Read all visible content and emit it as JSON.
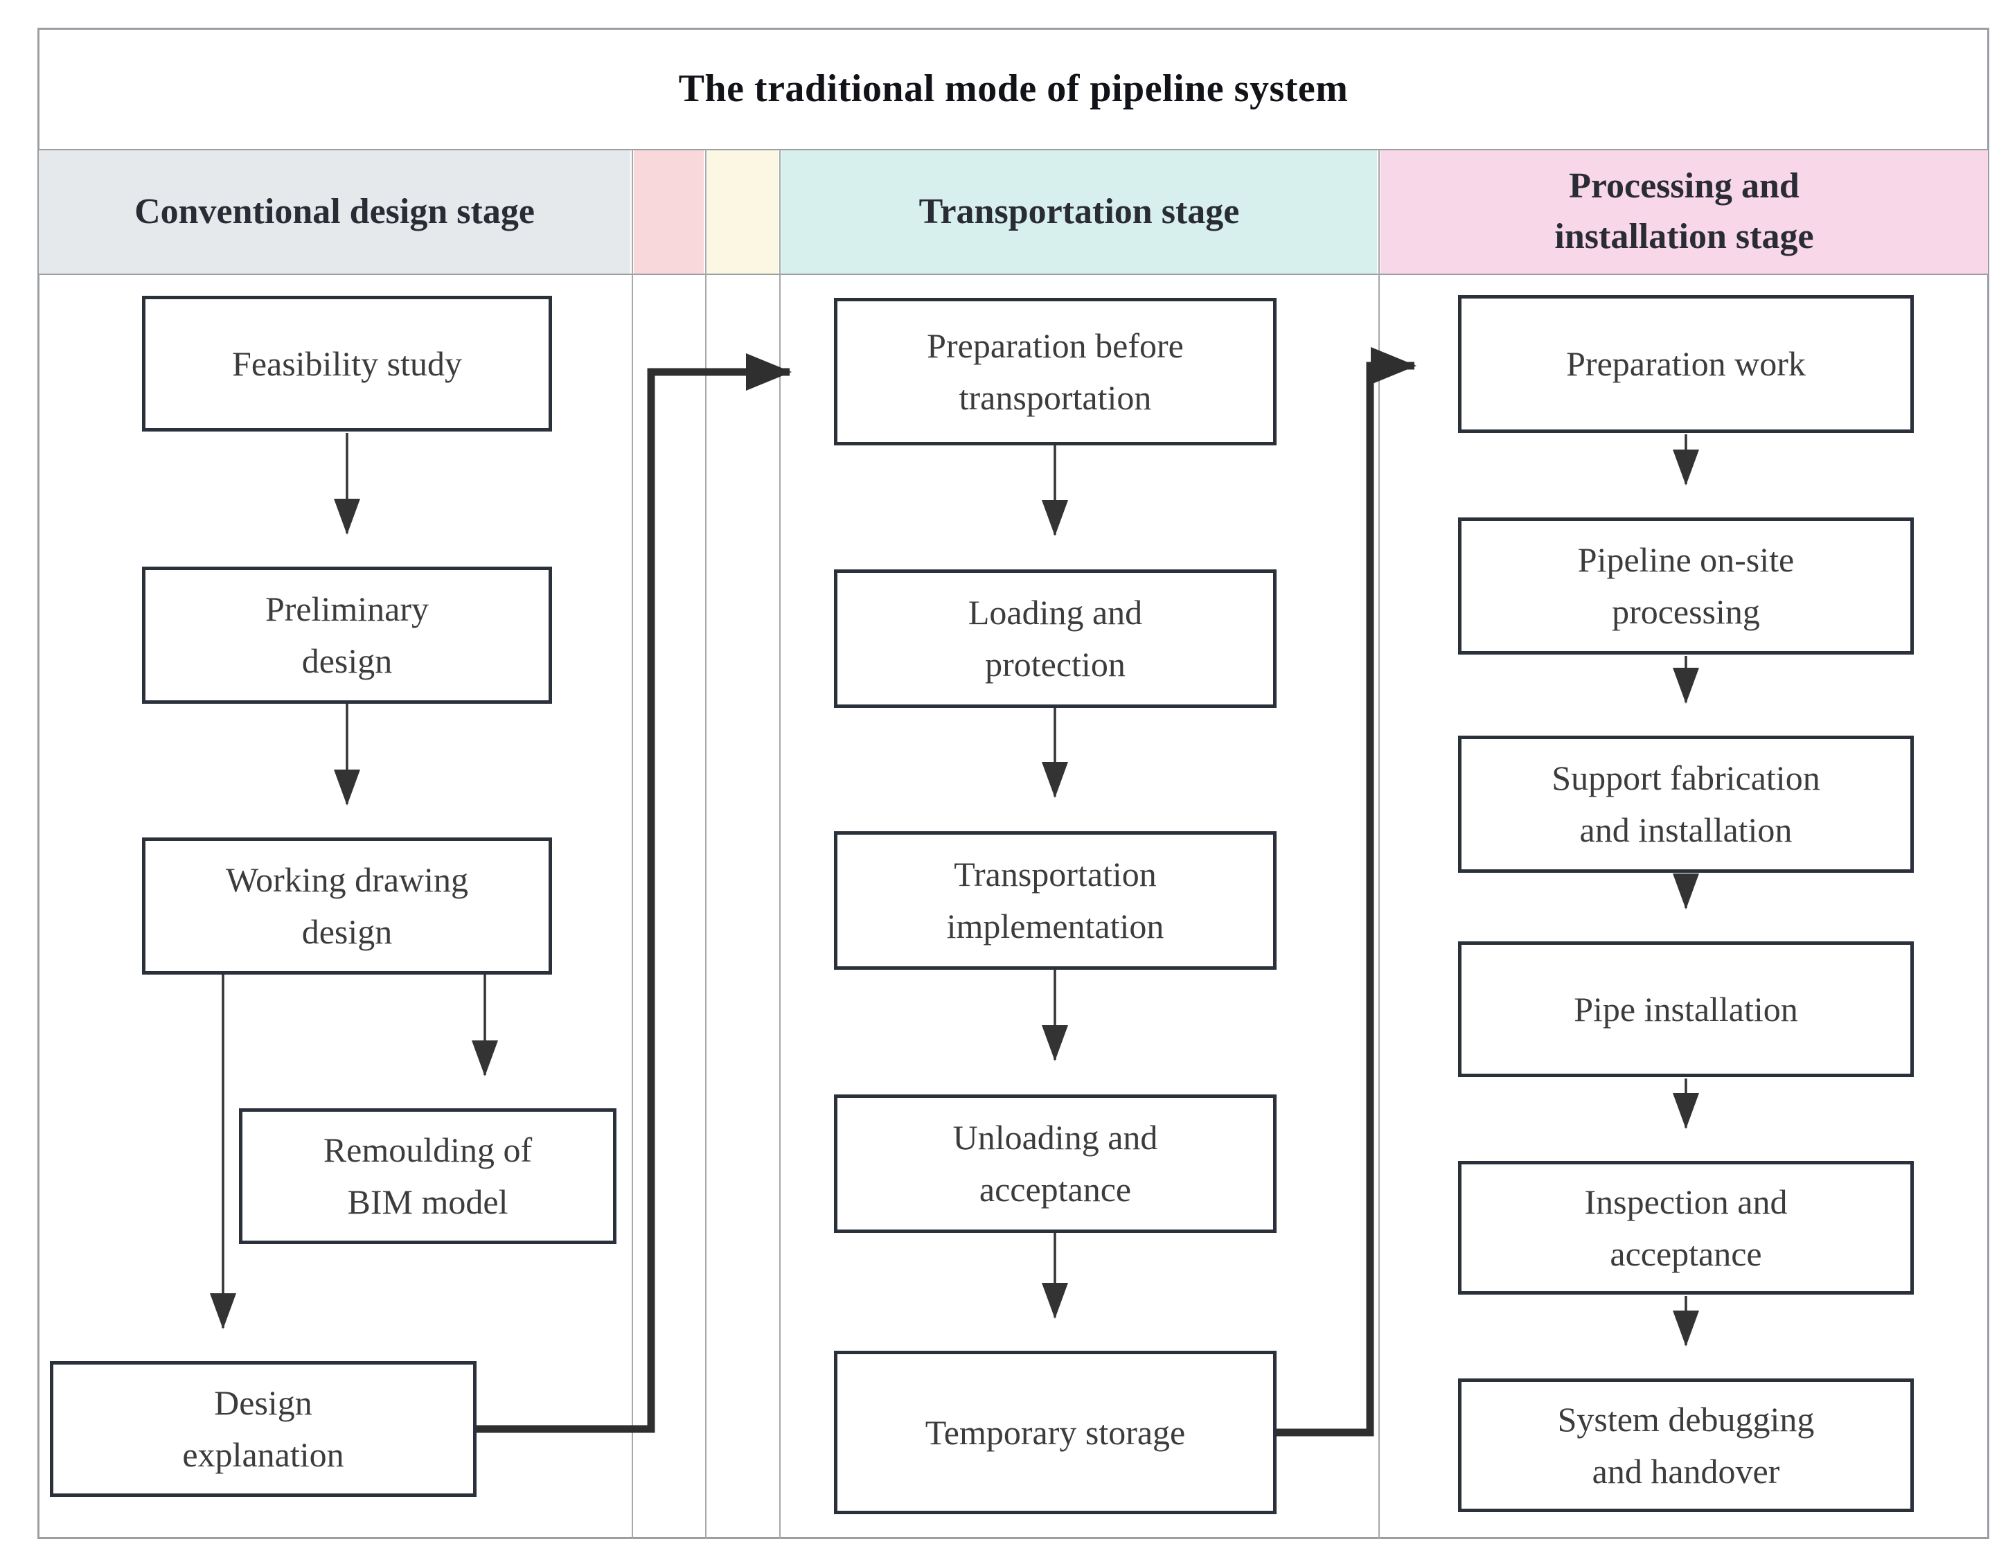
{
  "title": "The traditional mode of pipeline system",
  "stages": [
    {
      "id": "conventional",
      "label": "Conventional design stage",
      "header_bg": "#e5e9ec"
    },
    {
      "id": "spacer-pink",
      "label": "",
      "header_bg": "#f8d8da"
    },
    {
      "id": "spacer-cream",
      "label": "",
      "header_bg": "#fcf7e3"
    },
    {
      "id": "transportation",
      "label": "Transportation stage",
      "header_bg": "#d7f0ee"
    },
    {
      "id": "processing",
      "label": "Processing and\ninstallation stage",
      "header_bg": "#f8d7e8"
    }
  ],
  "flows": {
    "conventional": [
      "Feasibility study",
      "Preliminary\ndesign",
      "Working drawing\ndesign",
      "Remoulding of\nBIM model",
      "Design\nexplanation"
    ],
    "transportation": [
      "Preparation before\ntransportation",
      "Loading and\nprotection",
      "Transportation\nimplementation",
      "Unloading and\nacceptance",
      "Temporary storage"
    ],
    "processing": [
      "Preparation work",
      "Pipeline on-site\nprocessing",
      "Support fabrication\nand installation",
      "Pipe installation",
      "Inspection and\nacceptance",
      "System debugging\nand handover"
    ]
  },
  "colors": {
    "node_border": "#2b313b",
    "grid_line": "#a8a8a8",
    "arrow": "#333333",
    "connector": "#2f2f2f",
    "title_text": "#111318"
  }
}
